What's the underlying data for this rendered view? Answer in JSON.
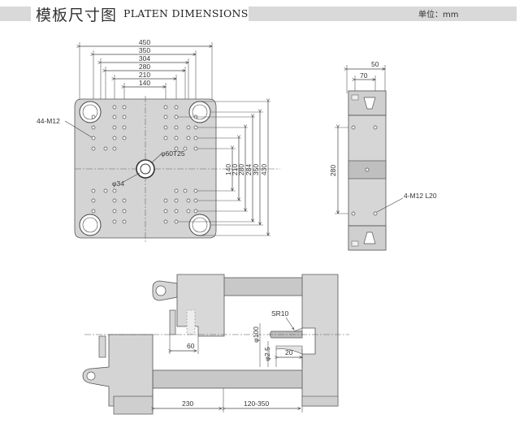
{
  "header": {
    "title_cn": "模板尺寸图",
    "title_en": "PLATEN DIMENSIONS",
    "unit": "单位：mm"
  },
  "front_view": {
    "horizontal_dims": [
      "450",
      "350",
      "304",
      "280",
      "210",
      "140"
    ],
    "vertical_dims": [
      "140",
      "210",
      "280",
      "284",
      "350",
      "430"
    ],
    "bolt_label": "44-M12",
    "center_hole_label": "φ60T25",
    "bore_label": "φ34"
  },
  "side_view": {
    "dim_top_outer": "50",
    "dim_top_inner": "70",
    "dim_height": "280",
    "bolt_label": "4-M12 L20"
  },
  "lower_view": {
    "sr_label": "SR10",
    "dia_label": "φ100",
    "dia_small_label": "φ2.5",
    "dim_20": "20",
    "dim_60": "60",
    "dim_230": "230",
    "dim_range": "120-350"
  }
}
